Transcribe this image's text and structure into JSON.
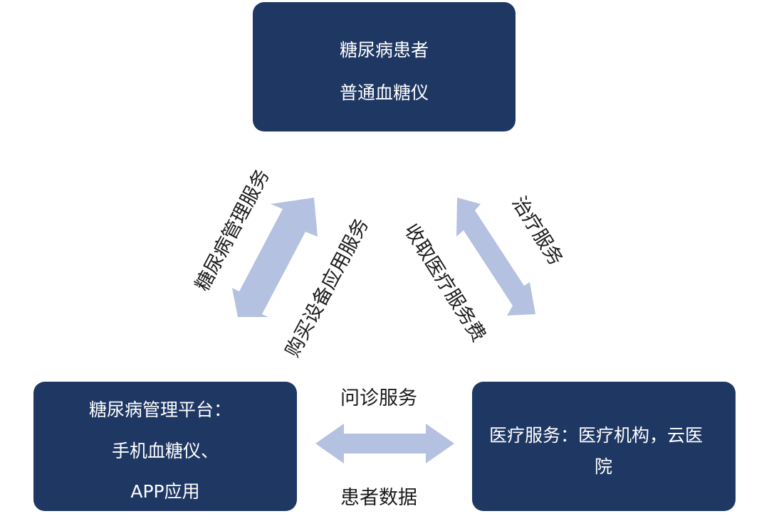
{
  "colors": {
    "node_fill": "#1f3763",
    "node_text": "#ffffff",
    "arrow_fill": "#b4c1e0",
    "label_text": "#1a1a1a"
  },
  "nodes": {
    "patient": {
      "lines": [
        "糖尿病患者",
        "普通血糖仪"
      ]
    },
    "platform": {
      "lines": [
        "糖尿病管理平台：",
        "手机血糖仪、",
        "APP应用"
      ]
    },
    "medical": {
      "lines": [
        "医疗服务：医疗机构，云医",
        "院"
      ]
    }
  },
  "labels": {
    "diabetes_mgmt": "糖尿病管理服务",
    "buy_device": "购买设备应用服务",
    "collect_fee": "收取医疗服务费",
    "treatment": "治疗服务",
    "consultation": "问诊服务",
    "patient_data": "患者数据"
  }
}
